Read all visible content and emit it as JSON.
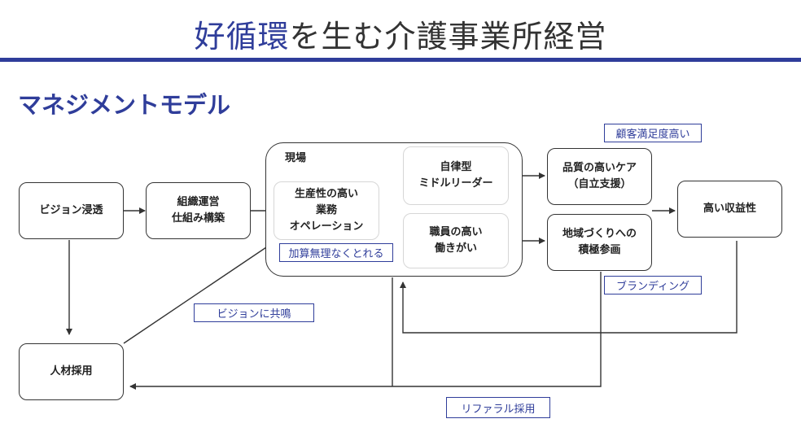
{
  "title": {
    "accent": "好循環",
    "rest": "を生む介護事業所経営"
  },
  "subtitle": "マネジメントモデル",
  "boxes": {
    "vision": "ビジョン浸透",
    "org": "組織運営\n仕組み構築",
    "hiring": "人材採用",
    "genba": "現場",
    "productive": "生産性の高い\n業務\nオペレーション",
    "leader": "自律型\nミドルリーダー",
    "motivation": "職員の高い\n働きがい",
    "care": "品質の高いケア\n（自立支援）",
    "community": "地域づくりへの\n積極参画",
    "profit": "高い収益性"
  },
  "labels": {
    "kasan": "加算無理なくとれる",
    "satisfaction": "顧客満足度高い",
    "branding": "ブランディング",
    "empathy": "ビジョンに共鳴",
    "referral": "リファラル採用"
  },
  "colors": {
    "accent": "#2f3d9a",
    "line": "#333333"
  }
}
